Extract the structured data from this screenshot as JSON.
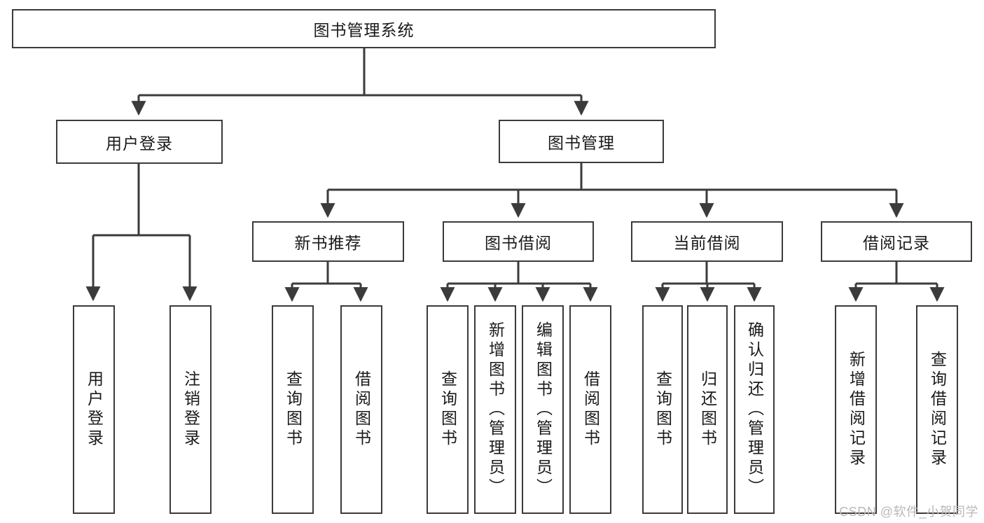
{
  "diagram": {
    "title": "图书管理系统",
    "type": "tree-hierarchy-chart",
    "root": {
      "label": "图书管理系统"
    },
    "level1": [
      {
        "label": "用户登录"
      },
      {
        "label": "图书管理"
      }
    ],
    "level2": [
      {
        "label": "新书推荐"
      },
      {
        "label": "图书借阅"
      },
      {
        "label": "当前借阅"
      },
      {
        "label": "借阅记录"
      }
    ],
    "leaves": {
      "user_login": [
        {
          "label": "用户登录"
        },
        {
          "label": "注销登录"
        }
      ],
      "new_book_recommend": [
        {
          "label": "查询图书"
        },
        {
          "label": "借阅图书"
        }
      ],
      "book_borrow": [
        {
          "label": "查询图书"
        },
        {
          "label": "新增图书（管理员）"
        },
        {
          "label": "编辑图书（管理员）"
        },
        {
          "label": "借阅图书"
        }
      ],
      "current_borrow": [
        {
          "label": "查询图书"
        },
        {
          "label": "归还图书"
        },
        {
          "label": "确认归还（管理员）"
        }
      ],
      "borrow_record": [
        {
          "label": "新增借阅记录"
        },
        {
          "label": "查询借阅记录"
        }
      ]
    }
  },
  "watermark": {
    "text": "CSDN @软件_小贺同学"
  },
  "colors": {
    "stroke": "#3b3b3b",
    "background": "#ffffff",
    "text": "#1a1a1a",
    "watermark": "#b9b9b9"
  }
}
